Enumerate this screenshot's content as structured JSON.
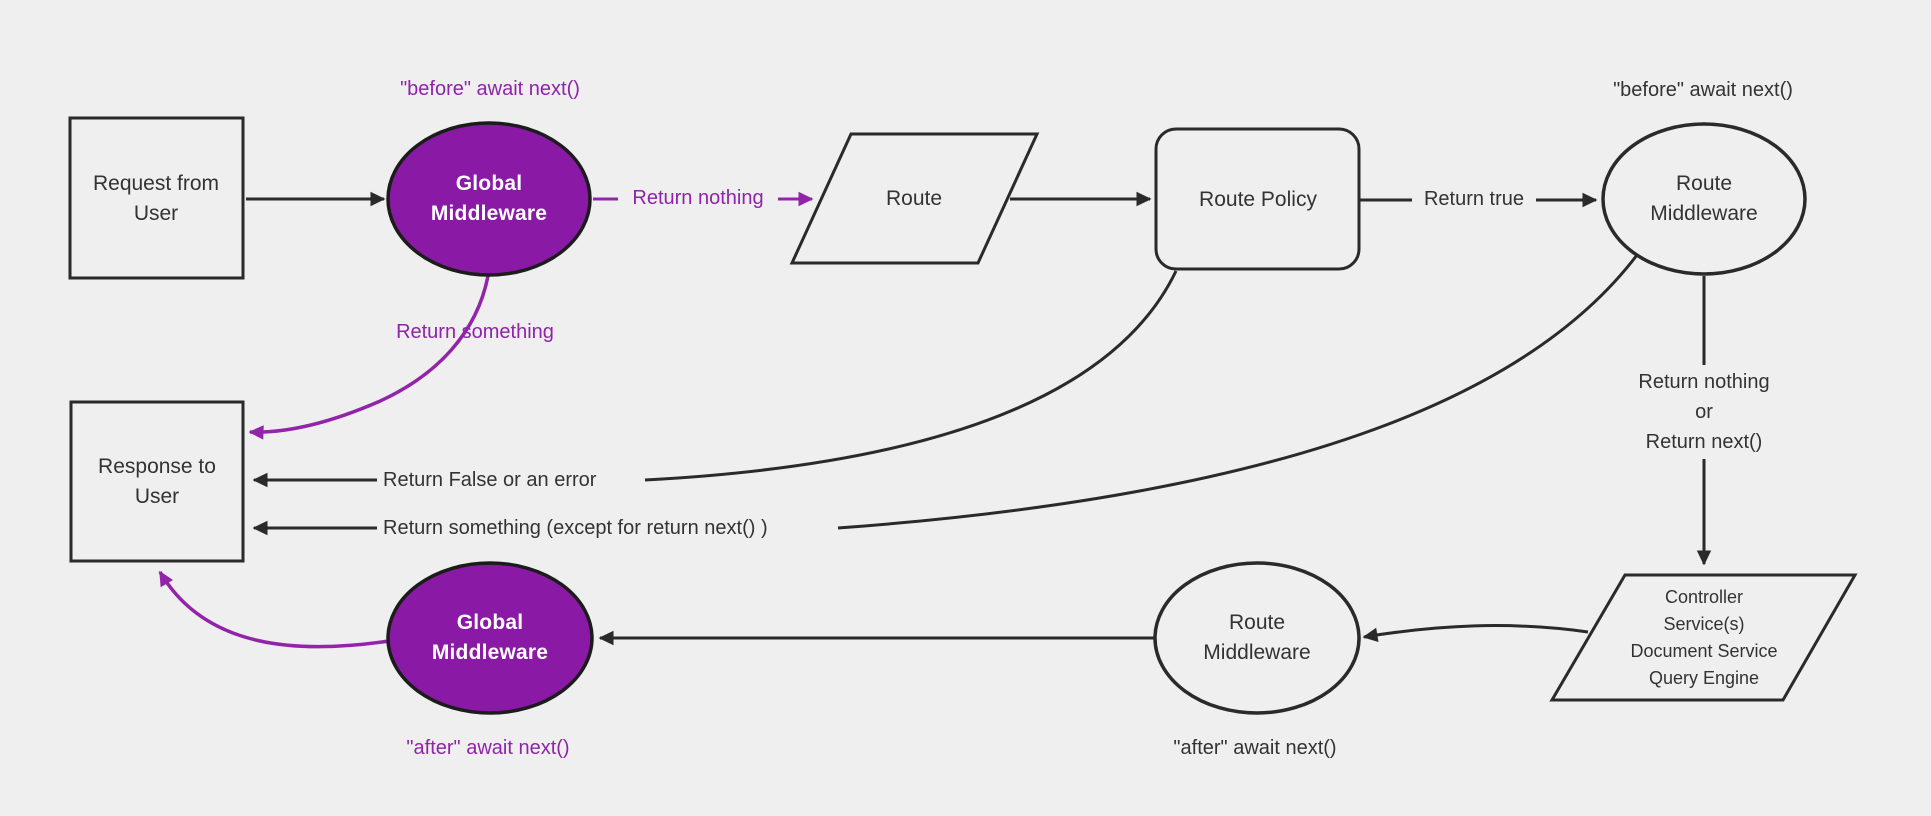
{
  "diagram_type": "flowchart",
  "colors": {
    "background": "#efefef",
    "node_fill_light": "#efefef",
    "node_fill_purple": "#8a1aa6",
    "dark_stroke": "#2a2a2a",
    "purple_stroke": "#9124a8",
    "text_dark": "#333333",
    "text_light": "#ffffff"
  },
  "nodes": {
    "request": {
      "lines": [
        "Request from",
        "User"
      ]
    },
    "global_middleware_top": {
      "lines": [
        "Global",
        "Middleware"
      ]
    },
    "route": {
      "lines": [
        "Route"
      ]
    },
    "route_policy": {
      "lines": [
        "Route Policy"
      ]
    },
    "route_middleware_top": {
      "lines": [
        "Route",
        "Middleware"
      ]
    },
    "controller": {
      "lines": [
        "Controller",
        "Service(s)",
        "Document Service",
        "Query Engine"
      ]
    },
    "route_middleware_bottom": {
      "lines": [
        "Route",
        "Middleware"
      ]
    },
    "global_middleware_bottom": {
      "lines": [
        "Global",
        "Middleware"
      ]
    },
    "response": {
      "lines": [
        "Response to",
        "User"
      ]
    }
  },
  "edge_labels": {
    "before_await_next_global": "\"before\" await next()",
    "return_nothing_to_route": "Return nothing",
    "return_something_from_global": "Return something",
    "return_true": "Return true",
    "before_await_next_route": "\"before\" await next()",
    "return_nothing_or_next": {
      "lines": [
        "Return nothing",
        "or",
        "Return next()"
      ]
    },
    "return_false_or_error": "Return False or an error",
    "return_something_except": "Return something (except for return next() )",
    "after_await_next_route": "\"after\" await next()",
    "after_await_next_global": "\"after\" await next()"
  }
}
